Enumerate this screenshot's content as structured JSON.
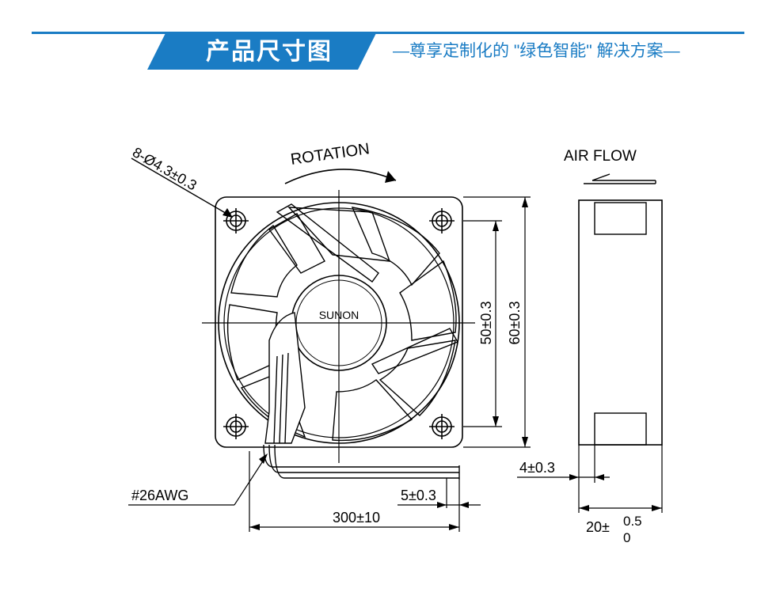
{
  "header": {
    "title": "产品尺寸图",
    "subtitle": "—尊享定制化的 \"绿色智能\" 解决方案—",
    "accent_color": "#1a7cc4"
  },
  "drawing": {
    "hole_label": "8-Ø4.3±0.3",
    "rotation_label": "ROTATION",
    "brand_label": "SUNON",
    "airflow_label": "AIR FLOW",
    "dim_hole_spacing": "50±0.3",
    "dim_frame_size": "60±0.3",
    "wire_gauge": "#26AWG",
    "dim_wire_strip": "5±0.3",
    "dim_wire_length": "300±10",
    "dim_flange": "4±0.3",
    "dim_depth_base": "20±",
    "dim_depth_upper": "0.5",
    "dim_depth_lower": "0"
  }
}
